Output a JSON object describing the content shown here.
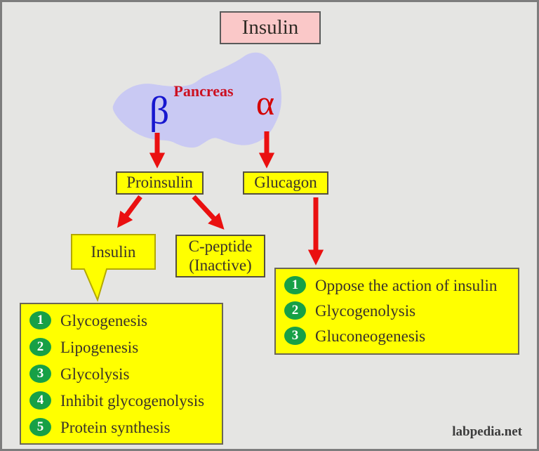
{
  "title": {
    "label": "Insulin"
  },
  "pancreas": {
    "label": "Pancreas",
    "beta_symbol": "β",
    "alpha_symbol": "α"
  },
  "nodes": {
    "proinsulin": {
      "label": "Proinsulin"
    },
    "glucagon": {
      "label": "Glucagon"
    },
    "insulin": {
      "label": "Insulin"
    },
    "c_peptide": {
      "line1": "C-peptide",
      "line2": "(Inactive)"
    }
  },
  "insulin_effects": {
    "items": [
      {
        "num": "1",
        "text": "Glycogenesis"
      },
      {
        "num": "2",
        "text": "Lipogenesis"
      },
      {
        "num": "3",
        "text": "Glycolysis"
      },
      {
        "num": "4",
        "text": "Inhibit glycogenolysis"
      },
      {
        "num": "5",
        "text": "Protein synthesis"
      }
    ]
  },
  "glucagon_effects": {
    "items": [
      {
        "num": "1",
        "text": "Oppose the action of insulin"
      },
      {
        "num": "2",
        "text": "Glycogenolysis"
      },
      {
        "num": "3",
        "text": "Gluconeogenesis"
      }
    ]
  },
  "footer": {
    "watermark": "labpedia.net"
  },
  "colors": {
    "background": "#e5e5e3",
    "frame_border": "#7d7d7d",
    "title_pink": "#fac8c8",
    "pancreas_lavender": "#c9c9f3",
    "box_yellow": "#ffff00",
    "arrow_red": "#ea1010",
    "badge_green": "#17a046",
    "beta_blue": "#1717cf",
    "alpha_red": "#d40000",
    "pancreas_text_red": "#cc1122",
    "callout_border_olive": "#b3a800",
    "text_dark": "#3a332a"
  }
}
